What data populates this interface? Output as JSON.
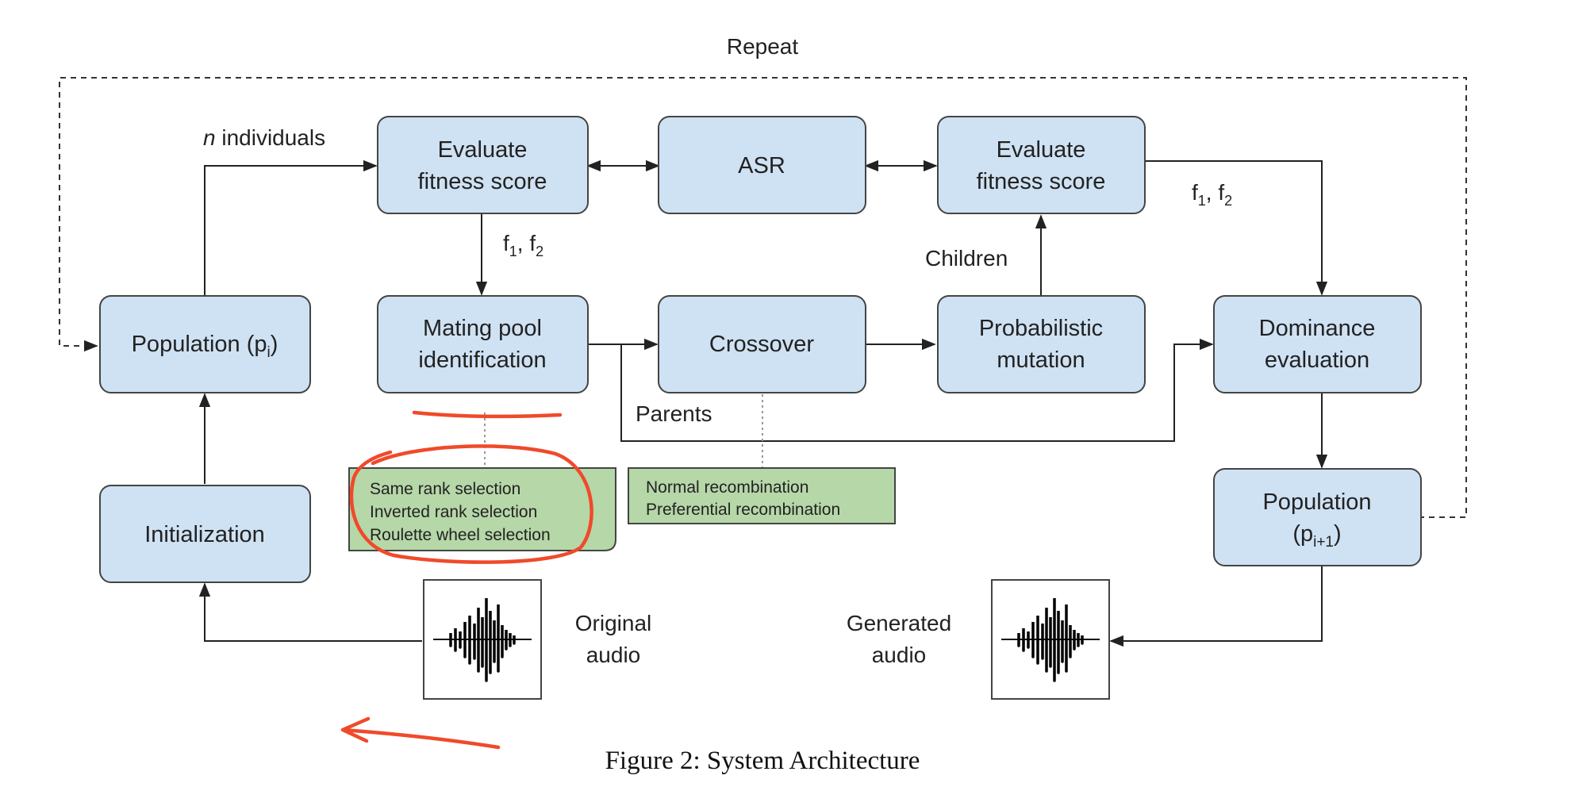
{
  "repeat_label": "Repeat",
  "n_individuals_label": {
    "italic": "n",
    "rest": " individuals"
  },
  "boxes": {
    "evaluate_fitness_1": [
      "Evaluate",
      "fitness score"
    ],
    "asr": [
      "ASR"
    ],
    "evaluate_fitness_2": [
      "Evaluate",
      "fitness score"
    ],
    "population_pi": {
      "base": "Population (p",
      "sub": "i",
      "close": ")"
    },
    "mating_pool": [
      "Mating pool",
      "identification"
    ],
    "crossover": [
      "Crossover"
    ],
    "mutation": [
      "Probabilistic",
      "mutation"
    ],
    "dominance": [
      "Dominance",
      "evaluation"
    ],
    "initialization": [
      "Initialization"
    ],
    "population_pi1": {
      "line1": "Population",
      "base": "(p",
      "sub": "i+1",
      "close": ")"
    }
  },
  "labels": {
    "f_scores_1": {
      "f1": "f",
      "s1": "1",
      "sep": ", f",
      "s2": "2"
    },
    "f_scores_2": {
      "f1": "f",
      "s1": "1",
      "sep": ", f",
      "s2": "2"
    },
    "children": "Children",
    "parents": "Parents",
    "original_audio": [
      "Original",
      "audio"
    ],
    "generated_audio": [
      "Generated",
      "audio"
    ]
  },
  "notes": {
    "selection": [
      "Same rank selection",
      "Inverted rank selection",
      "Roulette wheel selection"
    ],
    "recombination": [
      "Normal recombination",
      "Preferential recombination"
    ]
  },
  "caption": "Figure 2: System Architecture",
  "colors": {
    "box_fill": "#cfe2f3",
    "box_stroke": "#444444",
    "note_fill": "#b6d7a8",
    "annotation_red": "#f04a2a"
  }
}
